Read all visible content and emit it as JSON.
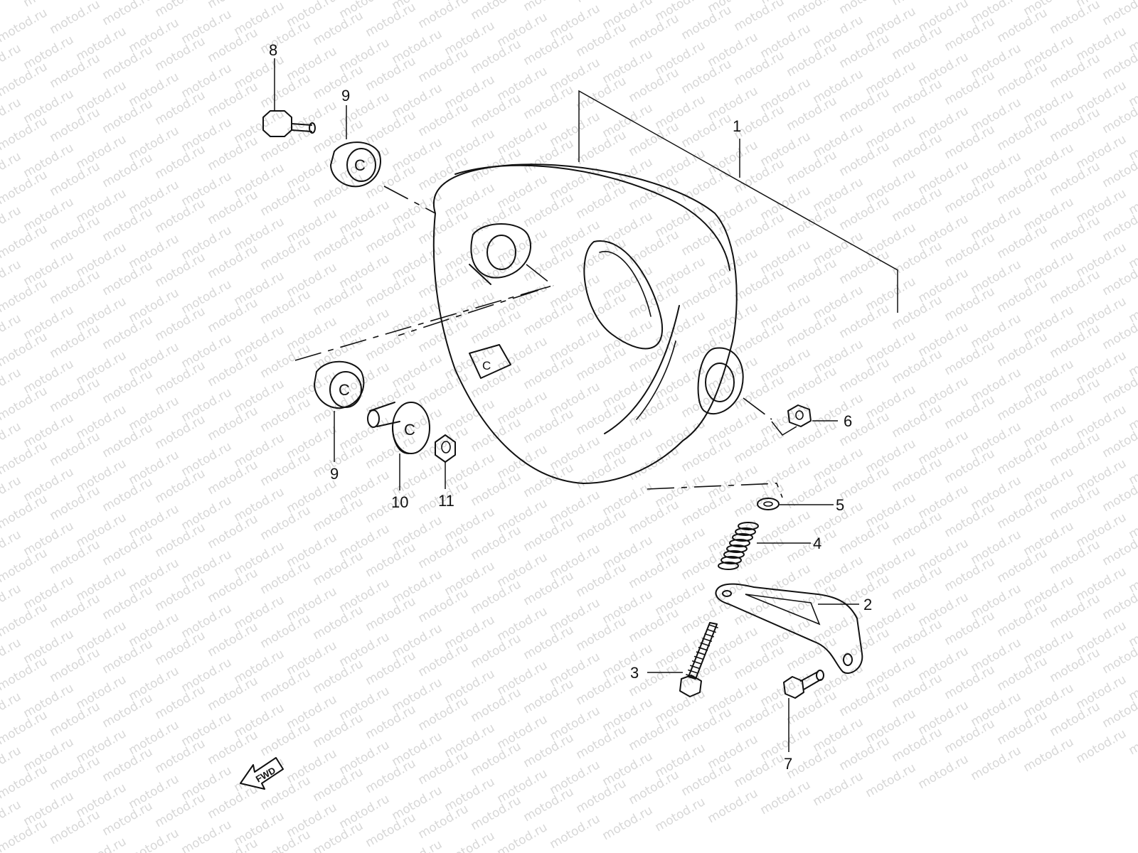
{
  "watermark": {
    "text": "motod.ru",
    "color": "#d7d7d7"
  },
  "callouts": {
    "c1": "1",
    "c2": "2",
    "c3": "3",
    "c4": "4",
    "c5": "5",
    "c6": "6",
    "c7": "7",
    "c8": "8",
    "c9a": "9",
    "c9b": "9",
    "c10": "10",
    "c11": "11"
  },
  "direction_arrow": {
    "label": "FWD"
  },
  "part_marks": {
    "grommet_upper": "C",
    "grommet_lower": "C",
    "spacer": "C",
    "housing_tab": "C"
  },
  "colors": {
    "line": "#111111",
    "background": "#ffffff"
  }
}
